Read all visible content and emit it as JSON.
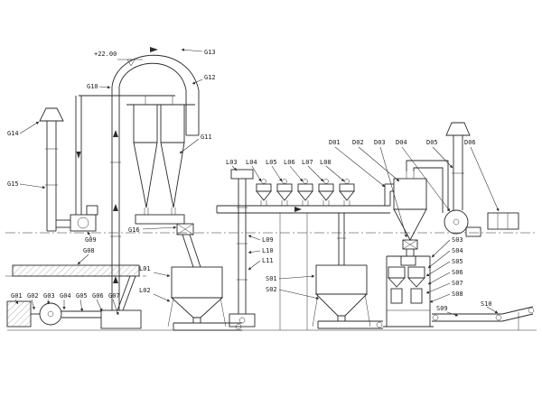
{
  "diagram": {
    "elevation_marker": "+22.00",
    "background": "#ffffff",
    "line_color": "#2a2a2a",
    "labels": {
      "g01": "G01",
      "g02": "G02",
      "g03": "G03",
      "g04": "G04",
      "g05": "G05",
      "g06": "G06",
      "g07": "G07",
      "g08": "G08",
      "g09": "G09",
      "g10": "G10",
      "g11": "G11",
      "g12": "G12",
      "g13": "G13",
      "g14": "G14",
      "g15": "G15",
      "g16": "G16",
      "l01": "L01",
      "l02": "L02",
      "l03": "L03",
      "l04": "L04",
      "l05": "L05",
      "l06": "L06",
      "l07": "L07",
      "l08": "L08",
      "l09": "L09",
      "l10": "L10",
      "l11": "L11",
      "s01": "S01",
      "s02": "S02",
      "s03": "S03",
      "s04": "S04",
      "s05": "S05",
      "s06": "S06",
      "s07": "S07",
      "s08": "S08",
      "s09": "S09",
      "s10": "S10",
      "d01": "D01",
      "d02": "D02",
      "d03": "D03",
      "d04": "D04",
      "d05": "D05",
      "d06": "D06"
    }
  }
}
